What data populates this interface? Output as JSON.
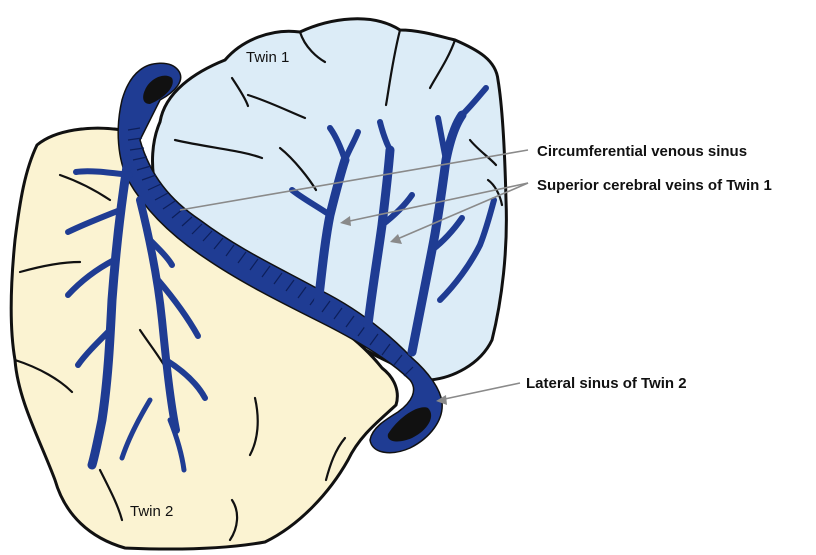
{
  "colors": {
    "twin1_fill": "#dcecf7",
    "twin2_fill": "#fbf3d2",
    "vein": "#1f3c93",
    "outline": "#111111",
    "pointer": "#8a8a8a"
  },
  "labels": {
    "twin1": "Twin 1",
    "twin2": "Twin 2",
    "circumferential": "Circumferential venous sinus",
    "superior": "Superior cerebral veins of Twin 1",
    "lateral": "Lateral sinus of Twin 2"
  }
}
